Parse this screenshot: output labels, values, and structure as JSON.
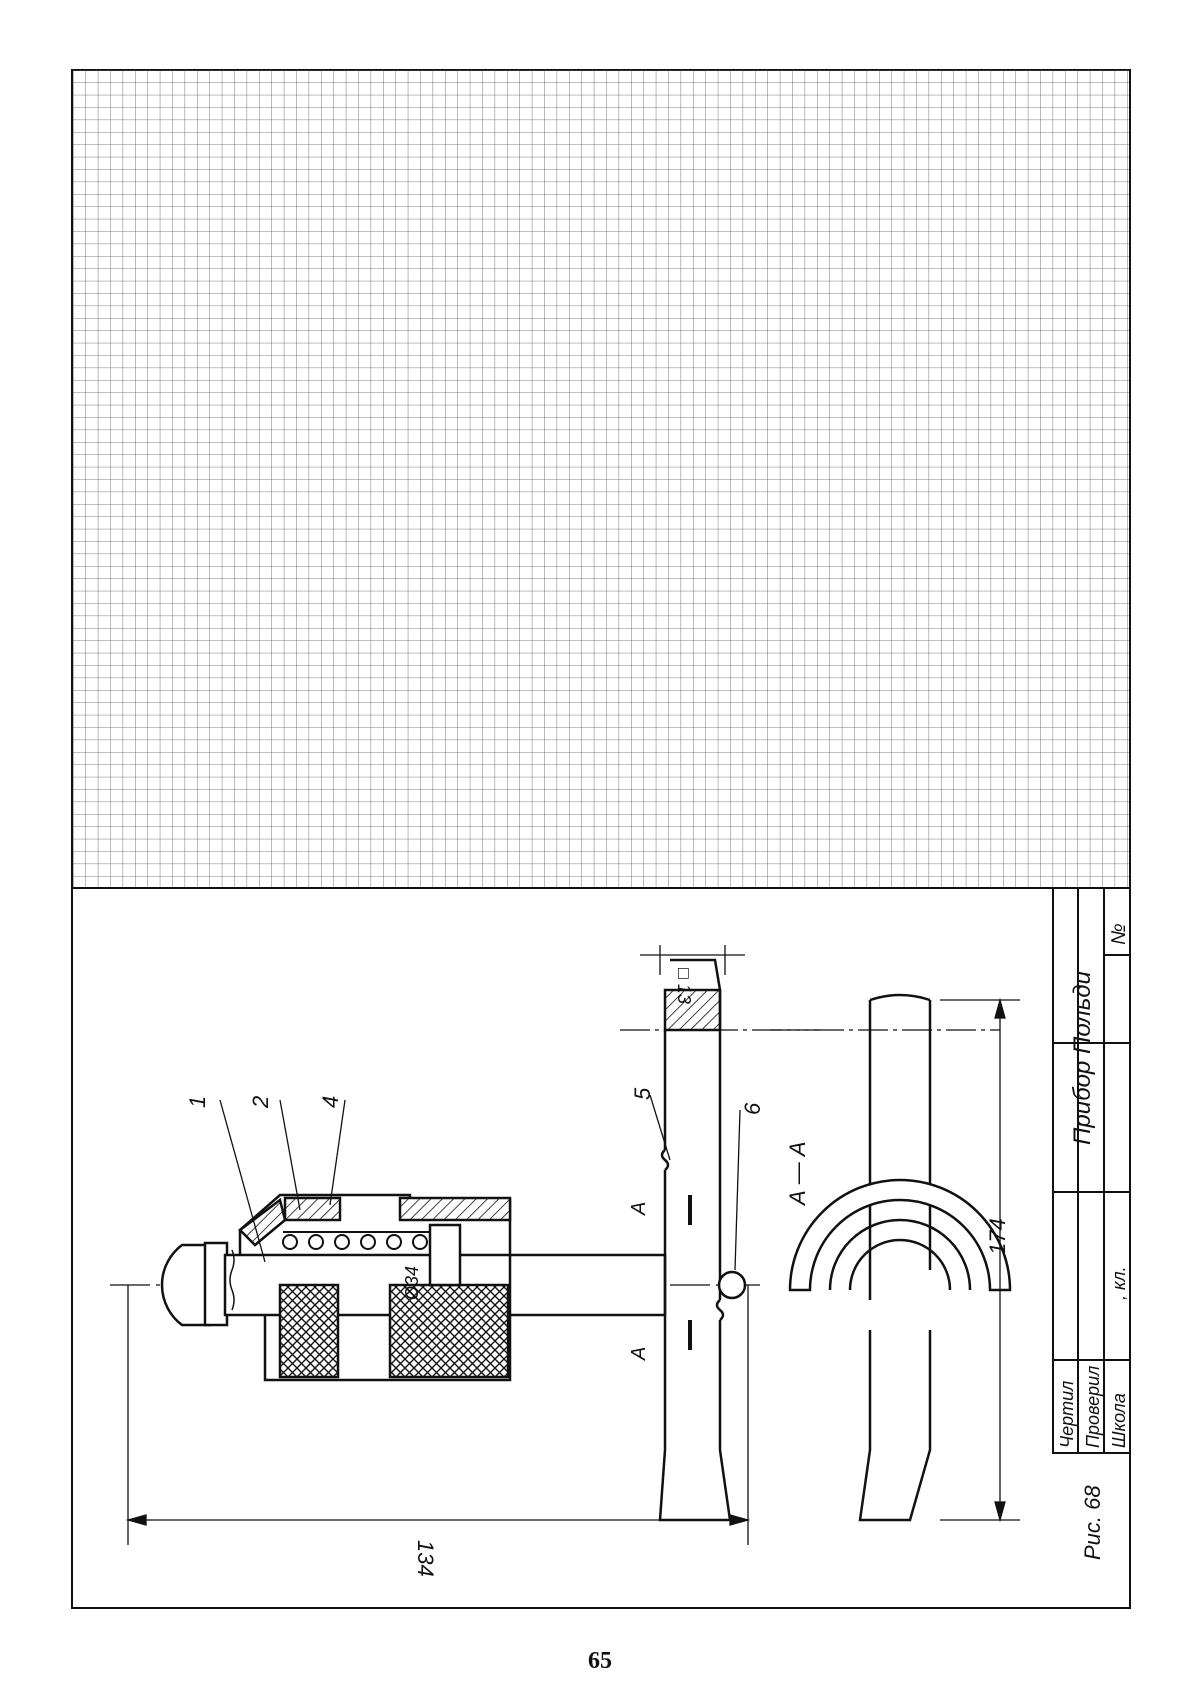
{
  "page_number": "65",
  "figure_caption": "Рис. 68",
  "title_block": {
    "title": "Прибор Польди",
    "number_label": "№",
    "row_drawn": "Чертил",
    "row_checked": "Проверил",
    "row_school": "Школа",
    "row_class": ", кл."
  },
  "dimensions": {
    "overall_length": "134",
    "rod_length": "174",
    "square_size": "□ 13",
    "diameter": "Ø34"
  },
  "section": {
    "label": "А — А",
    "mark": "А"
  },
  "part_numbers": [
    "1",
    "2",
    "4",
    "5",
    "6"
  ]
}
